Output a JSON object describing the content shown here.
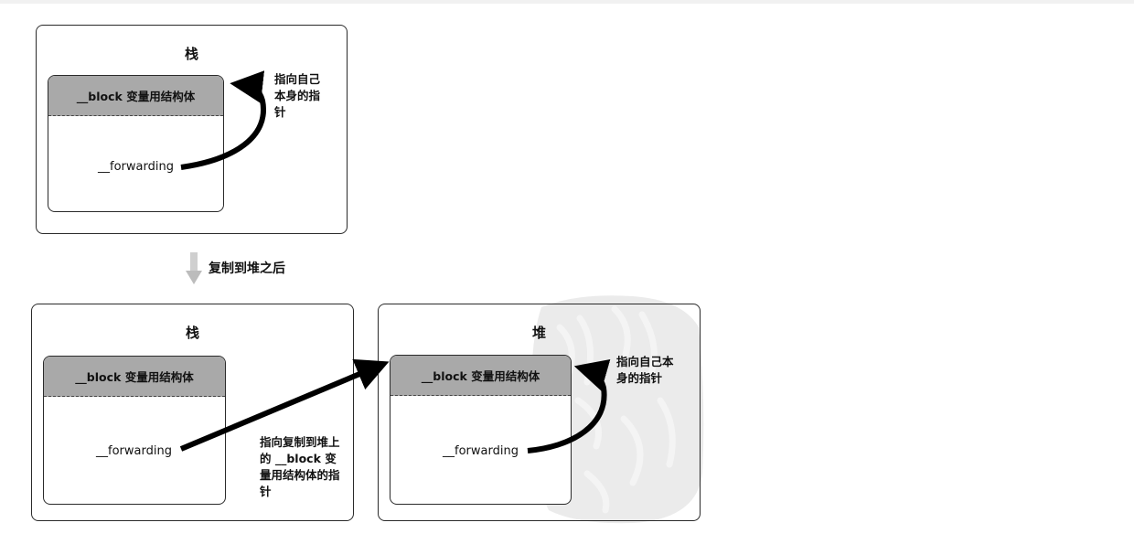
{
  "top": {
    "stack_title": "栈",
    "struct_header": "__block 变量用结构体",
    "forwarding": "__forwarding",
    "self_pointer_note": "指向自己本身的指针"
  },
  "transition": {
    "label": "复制到堆之后"
  },
  "bottom_left": {
    "stack_title": "栈",
    "struct_header": "__block 变量用结构体",
    "forwarding": "__forwarding"
  },
  "bottom_right": {
    "heap_title": "堆",
    "struct_header": "__block 变量用结构体",
    "forwarding": "__forwarding",
    "self_pointer_note": "指向自己本身的指针"
  },
  "cross_pointer_note": "指向复制到堆上的 __block 变量用结构体的指针"
}
